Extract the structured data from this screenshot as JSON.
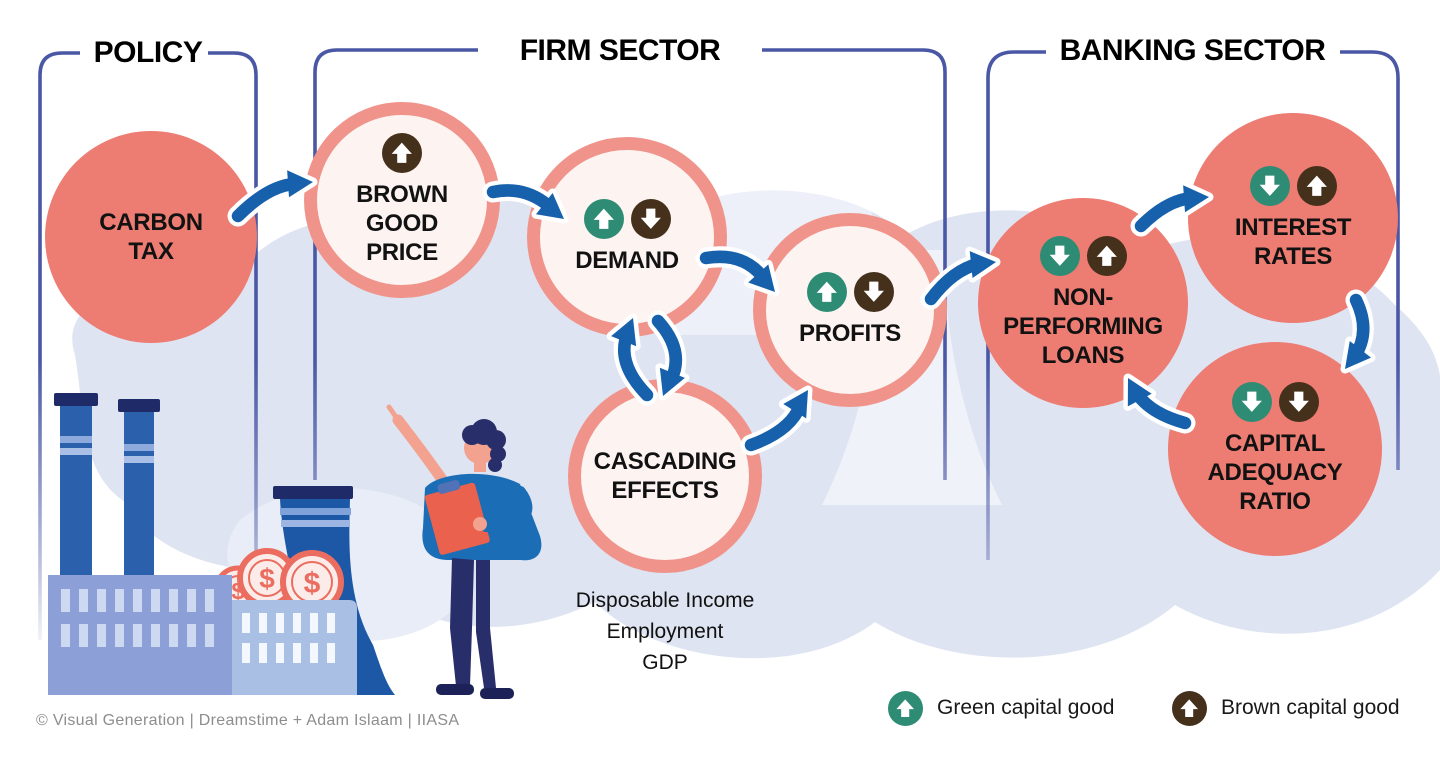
{
  "sections": [
    {
      "id": "policy",
      "label": "POLICY"
    },
    {
      "id": "firm-sector",
      "label": "FIRM SECTOR"
    },
    {
      "id": "banking-sector",
      "label": "BANKING SECTOR"
    }
  ],
  "nodes": [
    {
      "id": "carbon-tax",
      "lines": [
        "CARBON",
        "TAX"
      ],
      "badges": []
    },
    {
      "id": "brown-good-price",
      "lines": [
        "BROWN",
        "GOOD",
        "PRICE"
      ],
      "badges": [
        "brown-up"
      ]
    },
    {
      "id": "demand",
      "lines": [
        "DEMAND"
      ],
      "badges": [
        "green-up",
        "brown-down"
      ]
    },
    {
      "id": "profits",
      "lines": [
        "PROFITS"
      ],
      "badges": [
        "green-up",
        "brown-down"
      ]
    },
    {
      "id": "cascading-effects",
      "lines": [
        "CASCADING",
        "EFFECTS"
      ],
      "badges": []
    },
    {
      "id": "non-performing-loans",
      "lines": [
        "NON-",
        "PERFORMING",
        "LOANS"
      ],
      "badges": [
        "green-down",
        "brown-up"
      ]
    },
    {
      "id": "interest-rates",
      "lines": [
        "INTEREST",
        "RATES"
      ],
      "badges": [
        "green-down",
        "brown-up"
      ]
    },
    {
      "id": "capital-adequacy-ratio",
      "lines": [
        "CAPITAL",
        "ADEQUACY",
        "RATIO"
      ],
      "badges": [
        "green-down",
        "brown-down"
      ]
    }
  ],
  "edges": [
    {
      "from": "carbon-tax",
      "to": "brown-good-price"
    },
    {
      "from": "brown-good-price",
      "to": "demand"
    },
    {
      "from": "demand",
      "to": "profits"
    },
    {
      "from": "demand",
      "to": "cascading-effects"
    },
    {
      "from": "cascading-effects",
      "to": "demand"
    },
    {
      "from": "cascading-effects",
      "to": "profits"
    },
    {
      "from": "profits",
      "to": "non-performing-loans"
    },
    {
      "from": "non-performing-loans",
      "to": "interest-rates"
    },
    {
      "from": "interest-rates",
      "to": "capital-adequacy-ratio"
    },
    {
      "from": "capital-adequacy-ratio",
      "to": "non-performing-loans"
    }
  ],
  "cascading_note": [
    "Disposable Income",
    "Employment",
    "GDP"
  ],
  "legend": [
    {
      "icon": "green-up",
      "label": "Green capital good"
    },
    {
      "icon": "brown-up",
      "label": "Brown capital good"
    }
  ],
  "credit": "© Visual Generation | Dreamstime  +  Adam Islaam | IIASA",
  "colors": {
    "salmon": "#ed7c72",
    "ring": "#f0948b",
    "ring_fill": "#fdf4f2",
    "arrow_blue": "#1760ab",
    "bracket_blue": "#4a57a5",
    "green": "#2e8b74",
    "brown": "#45301c",
    "blob": "#dfe4f2",
    "text": "#111111",
    "credit_gray": "#8d8d8d"
  }
}
